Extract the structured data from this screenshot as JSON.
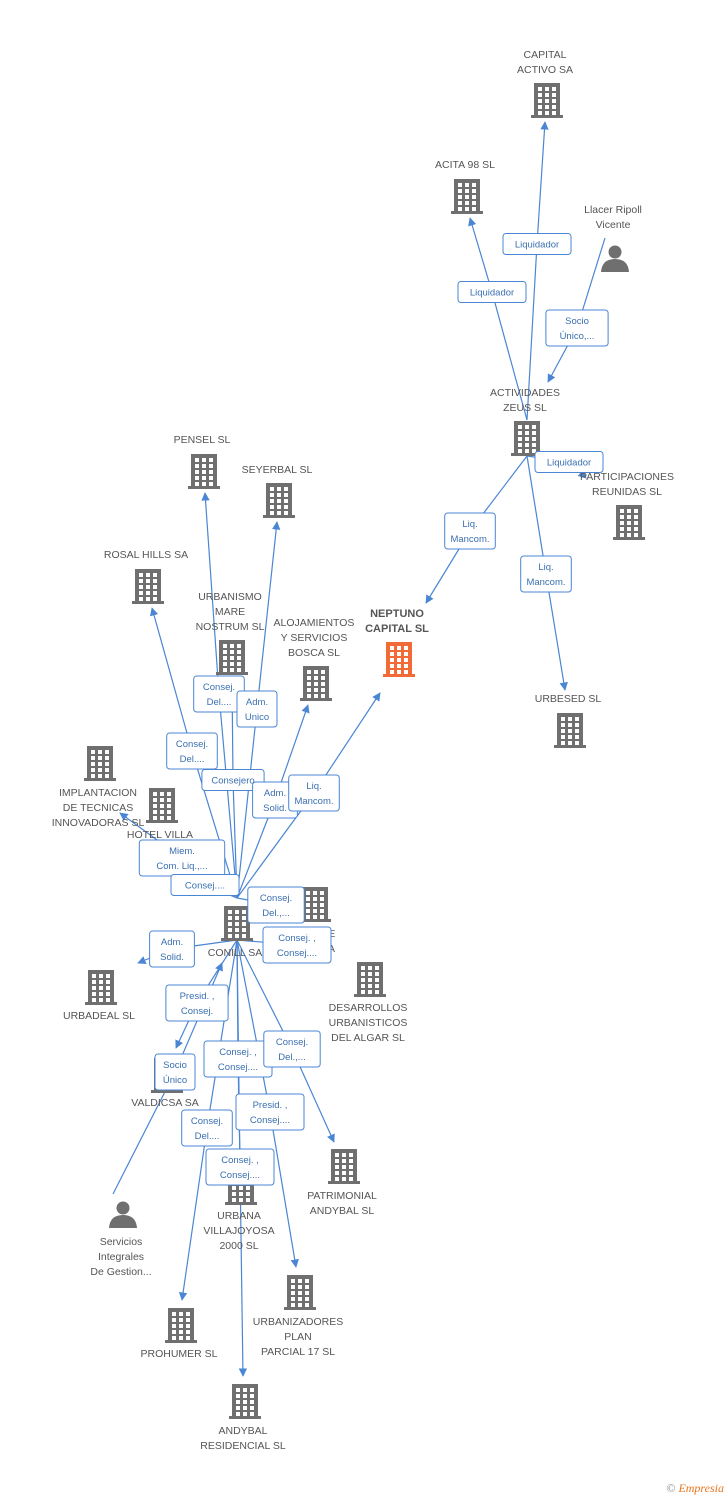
{
  "colors": {
    "edge": "#4a86d4",
    "company": "#6f6f6f",
    "highlight": "#f26a35",
    "person": "#6f6f6f"
  },
  "nodes": [
    {
      "id": "capital_activo",
      "type": "company",
      "lines": [
        "CAPITAL",
        "ACTIVO SA"
      ]
    },
    {
      "id": "acita",
      "type": "company",
      "lines": [
        "ACITA 98 SL"
      ]
    },
    {
      "id": "llacer",
      "type": "person",
      "lines": [
        "Llacer Ripoll",
        "Vicente"
      ]
    },
    {
      "id": "zeus",
      "type": "company",
      "lines": [
        "ACTIVIDADES",
        "ZEUS SL"
      ]
    },
    {
      "id": "participaciones",
      "type": "company",
      "lines": [
        "PARTICIPACIONES",
        "REUNIDAS SL"
      ]
    },
    {
      "id": "neptuno",
      "type": "company",
      "highlight": true,
      "lines": [
        "NEPTUNO",
        "CAPITAL SL"
      ]
    },
    {
      "id": "urbesed",
      "type": "company",
      "lines": [
        "URBESED SL"
      ]
    },
    {
      "id": "pensel",
      "type": "company",
      "lines": [
        "PENSEL SL"
      ]
    },
    {
      "id": "seyerbal",
      "type": "company",
      "lines": [
        "SEYERBAL SL"
      ]
    },
    {
      "id": "rosal",
      "type": "company",
      "lines": [
        "ROSAL HILLS SA"
      ]
    },
    {
      "id": "urbanismo",
      "type": "company",
      "lines": [
        "URBANISMO",
        "MARE",
        "NOSTRUM SL"
      ]
    },
    {
      "id": "alojamientos",
      "type": "company",
      "lines": [
        "ALOJAMIENTOS",
        "Y SERVICIOS",
        "BOSCA SL"
      ]
    },
    {
      "id": "implantacion",
      "type": "company",
      "lines": [
        "IMPLANTACION",
        "DE TECNICAS",
        "INNOVADORAS SL"
      ]
    },
    {
      "id": "hotel",
      "type": "company",
      "lines": [
        "HOTEL VILLA",
        "C...",
        "AL..."
      ]
    },
    {
      "id": "conill",
      "type": "company",
      "lines": [
        "CONILL SA"
      ]
    },
    {
      "id": "de_sa",
      "type": "company",
      "lines": [
        "DE",
        "SA"
      ]
    },
    {
      "id": "urbadeal",
      "type": "company",
      "lines": [
        "URBADEAL SL"
      ]
    },
    {
      "id": "desarrollos",
      "type": "company",
      "lines": [
        "DESARROLLOS",
        "URBANISTICOS",
        "DEL ALGAR SL"
      ]
    },
    {
      "id": "valdicsa",
      "type": "company",
      "lines": [
        "VALDICSA SA"
      ]
    },
    {
      "id": "servicios",
      "type": "person",
      "lines": [
        "Servicios",
        "Integrales",
        "De Gestion..."
      ]
    },
    {
      "id": "urbana",
      "type": "company",
      "lines": [
        "URBANA",
        "VILLAJOYOSA",
        "2000 SL"
      ]
    },
    {
      "id": "patrimonial",
      "type": "company",
      "lines": [
        "PATRIMONIAL",
        "ANDYBAL SL"
      ]
    },
    {
      "id": "urbanizadores",
      "type": "company",
      "lines": [
        "URBANIZADORES",
        "PLAN",
        "PARCIAL 17 SL"
      ]
    },
    {
      "id": "prohumer",
      "type": "company",
      "lines": [
        "PROHUMER SL"
      ]
    },
    {
      "id": "andybal",
      "type": "company",
      "lines": [
        "ANDYBAL",
        "RESIDENCIAL SL"
      ]
    }
  ],
  "edges": [
    {
      "from": "zeus",
      "to": "capital_activo",
      "lines": [
        "Liquidador"
      ]
    },
    {
      "from": "zeus",
      "to": "acita",
      "lines": [
        "Liquidador"
      ]
    },
    {
      "from": "llacer",
      "to": "zeus",
      "lines": [
        "Socio",
        "Único,..."
      ]
    },
    {
      "from": "zeus",
      "to": "participaciones",
      "lines": [
        "Liquidador"
      ]
    },
    {
      "from": "zeus",
      "to": "neptuno",
      "lines": [
        "Liq.",
        "Mancom."
      ]
    },
    {
      "from": "zeus",
      "to": "urbesed",
      "lines": [
        "Liq.",
        "Mancom."
      ]
    },
    {
      "from": "conill",
      "to": "pensel",
      "lines": [
        "Consej.",
        "Del...."
      ]
    },
    {
      "from": "conill",
      "to": "seyerbal",
      "lines": [
        "Adm.",
        "Unico"
      ]
    },
    {
      "from": "conill",
      "to": "rosal",
      "lines": [
        "Consej.",
        "Del...."
      ]
    },
    {
      "from": "conill",
      "to": "urbanismo",
      "lines": [
        "Consejero"
      ]
    },
    {
      "from": "conill",
      "to": "alojamientos",
      "lines": [
        "Adm.",
        "Solid."
      ]
    },
    {
      "from": "conill",
      "to": "neptuno",
      "lines": [
        "Liq.",
        "Mancom."
      ]
    },
    {
      "from": "conill",
      "to": "implantacion",
      "lines": [
        "Miem.",
        "Com. Liq.,..."
      ]
    },
    {
      "from": "conill",
      "to": "hotel",
      "lines": [
        "Consej...."
      ]
    },
    {
      "from": "conill",
      "to": "de_sa",
      "lines": [
        "Consej.",
        "Del.,..."
      ]
    },
    {
      "from": "conill",
      "to": "urbadeal",
      "lines": [
        "Adm.",
        "Solid."
      ]
    },
    {
      "from": "conill",
      "to": "desarrollos",
      "lines": [
        "Consej. ,",
        "Consej...."
      ]
    },
    {
      "from": "conill",
      "to": "valdicsa",
      "lines": [
        "Presid. ,",
        "Consej."
      ]
    },
    {
      "from": "servicios",
      "to": "conill",
      "lines": [
        "Socio",
        "Único"
      ]
    },
    {
      "from": "conill",
      "to": "urbana",
      "lines": [
        "Consej. ,",
        "Consej...."
      ]
    },
    {
      "from": "conill",
      "to": "patrimonial",
      "lines": [
        "Consej.",
        "Del.,..."
      ]
    },
    {
      "from": "conill",
      "to": "urbanizadores",
      "lines": [
        "Presid. ,",
        "Consej...."
      ]
    },
    {
      "from": "conill",
      "to": "prohumer",
      "lines": [
        "Consej.",
        "Del...."
      ]
    },
    {
      "from": "conill",
      "to": "andybal",
      "lines": [
        "Consej. ,",
        "Consej...."
      ]
    }
  ],
  "footer": {
    "copyright": "©",
    "brand": "Empresia"
  }
}
